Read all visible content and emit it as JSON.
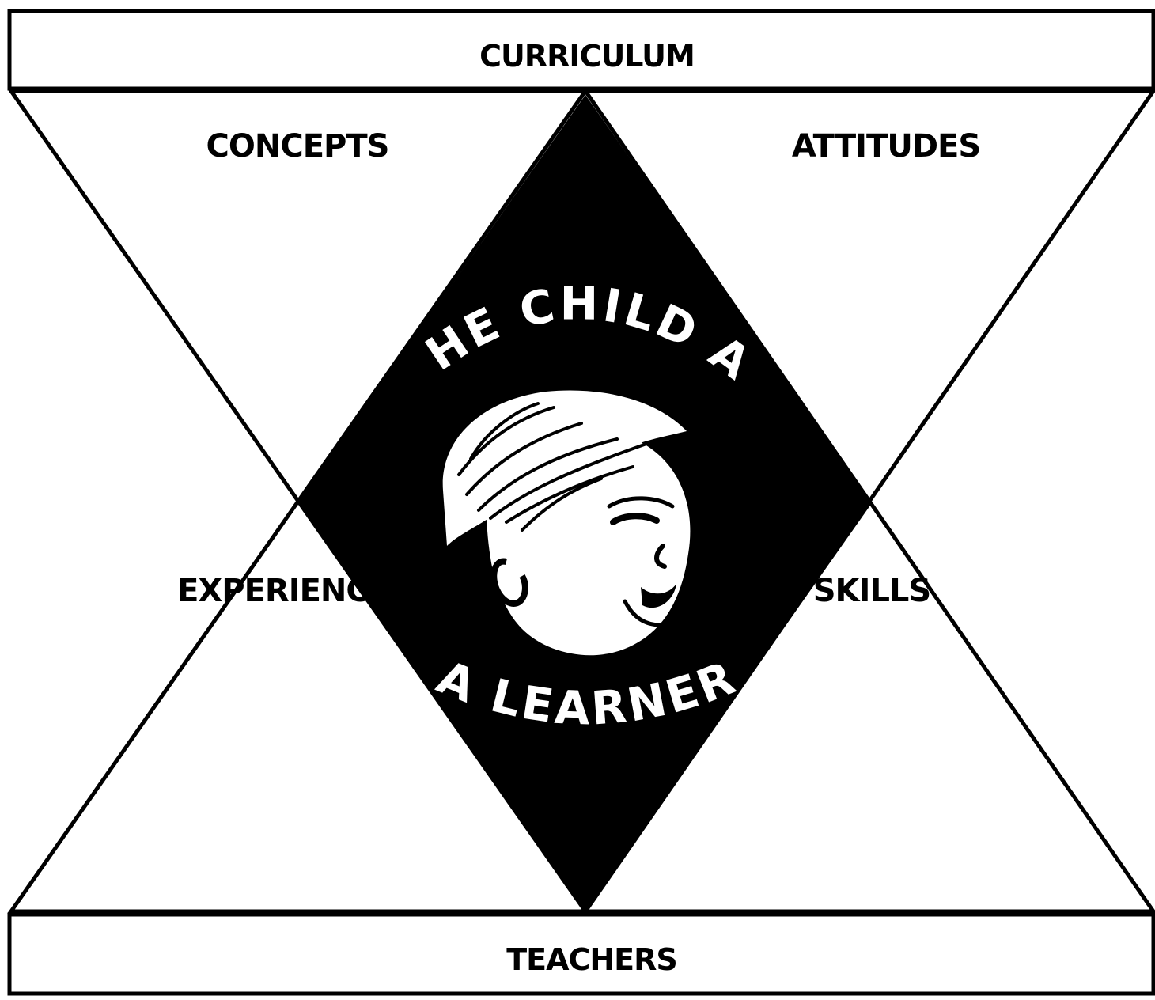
{
  "top_bar": {
    "label": "CURRICULUM"
  },
  "bottom_bar": {
    "label": "TEACHERS"
  },
  "quadrants": {
    "top_left": "CONCEPTS",
    "top_right": "ATTITUDES",
    "bottom_left": "EXPERIENCES",
    "bottom_right": "SKILLS"
  },
  "center": {
    "arc_top": "THE CHILD AS",
    "arc_bottom": "A LEARNER",
    "illustration": "child-face-illustration"
  },
  "colors": {
    "ink": "#000000",
    "paper": "#ffffff"
  }
}
